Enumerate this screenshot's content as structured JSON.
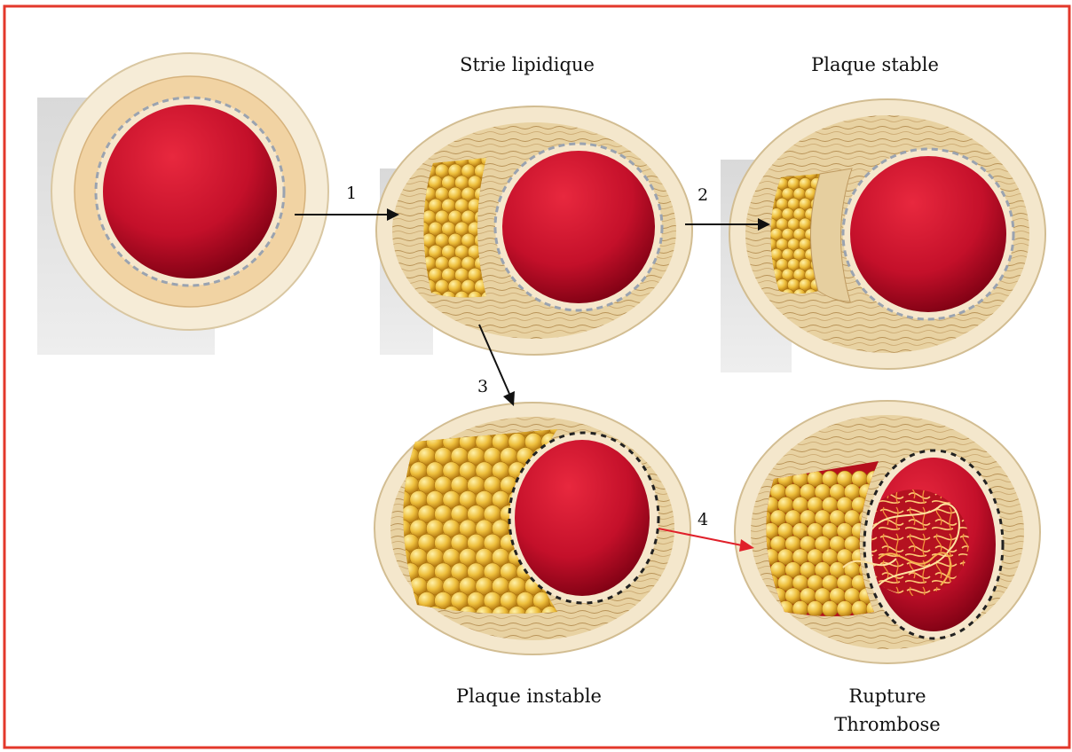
{
  "colors": {
    "frame": "#e3382b",
    "blood": "#c8102e",
    "blood_dark": "#7a0010",
    "media": "#e9d3a8",
    "adventitia": "#f6ecd7",
    "lipid": "#e7b83a",
    "thrombus": "#f2a33a",
    "arrow_normal": "#111111",
    "arrow_rupture": "#e0202a"
  },
  "stages": {
    "streak": {
      "label": "Strie lipidique"
    },
    "stable": {
      "label": "Plaque stable"
    },
    "unstable": {
      "label": "Plaque instable"
    },
    "rupture": {
      "label_line1": "Rupture",
      "label_line2": "Thrombose"
    }
  },
  "arrows": {
    "a1": {
      "label": "1"
    },
    "a2": {
      "label": "2"
    },
    "a3": {
      "label": "3"
    },
    "a4": {
      "label": "4"
    }
  }
}
